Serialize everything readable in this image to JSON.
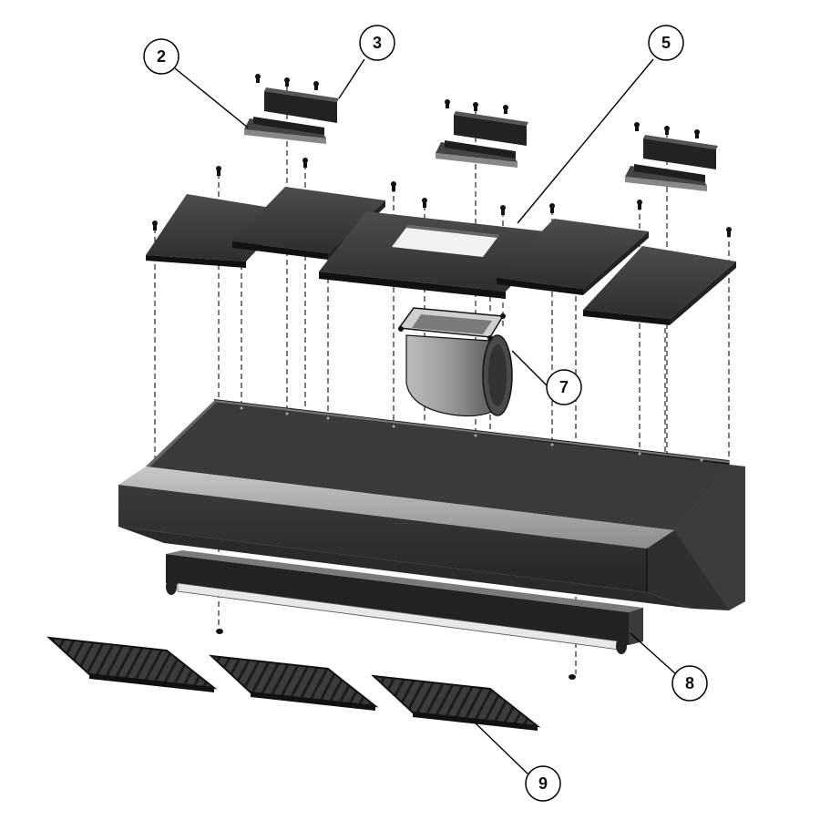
{
  "callouts": [
    {
      "id": "2",
      "label": "2"
    },
    {
      "id": "3",
      "label": "3"
    },
    {
      "id": "5",
      "label": "5"
    },
    {
      "id": "7",
      "label": "7"
    },
    {
      "id": "8",
      "label": "8"
    },
    {
      "id": "9",
      "label": "9"
    }
  ],
  "colors": {
    "part_dark": "#333333",
    "part_mid": "#4a4a4a",
    "part_light": "#9a9a9a",
    "edge": "#111111",
    "leader": "#000000"
  }
}
